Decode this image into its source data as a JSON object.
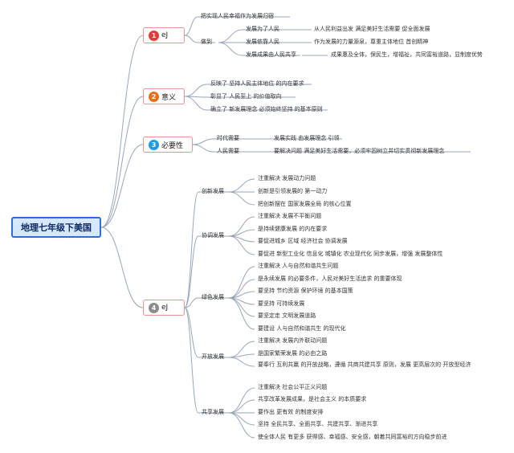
{
  "root": {
    "label": "地理七年级下美国"
  },
  "branches": [
    {
      "num": "1",
      "label": "eJ",
      "color": "#e83838",
      "direct": [
        "把实现人民幸福作为发展归宿"
      ],
      "groups": [
        {
          "label": "做到",
          "items": [
            {
              "label": "发展为了人民",
              "detail": "从人民利益出发 满足美好生活需要 促全面发展"
            },
            {
              "label": "发展依靠人民",
              "detail": "作为发展的力量源泉，尊重主体地位 首创精神"
            },
            {
              "label": "发展成果由人民共享",
              "detail": "成果惠及全体，保民生，增福祉，共同富裕道路，显制度优势"
            }
          ]
        }
      ]
    },
    {
      "num": "2",
      "label": "意义",
      "color": "#e8701a",
      "direct": [
        "反映了 坚持人民主体地位 的内在要求",
        "彰显了 人民至上 的价值取向",
        "确立了 新发展理念 必须始终坚持 的基本原则"
      ]
    },
    {
      "num": "3",
      "label": "必要性",
      "color": "#1f9be0",
      "groups": [
        {
          "label": "时代需要",
          "items": [
            {
              "label": "发展实践 由发展理念 引领"
            }
          ]
        },
        {
          "label": "人民需要",
          "items": [
            {
              "label": "要解决问题 满足美好生活需要，必须牢固树立并切实贯彻新发展理念"
            }
          ]
        }
      ]
    },
    {
      "num": "4",
      "label": "eJ",
      "color": "#8c8c8c",
      "groups": [
        {
          "label": "创新发展",
          "items": [
            {
              "label": "注重解决 发展动力问题"
            },
            {
              "label": "创新是引领发展的 第一动力"
            },
            {
              "label": "把创新摆在 国家发展全局 的核心位置"
            }
          ]
        },
        {
          "label": "协调发展",
          "items": [
            {
              "label": "注重解决 发展不平衡问题"
            },
            {
              "label": "是持续健康发展 的内在要求"
            },
            {
              "label": "要促进城乡 区域 经济社会 协调发展"
            },
            {
              "label": "要促进 新型工业化 信息化 城镇化 农业现代化 同步发展，增强 发展整体性"
            }
          ]
        },
        {
          "label": "绿色发展",
          "items": [
            {
              "label": "注重解决 人与自然和谐共生问题"
            },
            {
              "label": "是永续发展 的必要条件，人民对美好生活追求 的重要体现"
            },
            {
              "label": "要坚持 节约资源 保护环境 的基本国策"
            },
            {
              "label": "要坚持 可持续发展"
            },
            {
              "label": "要坚定走 文明发展道路"
            },
            {
              "label": "要建设 人与自然和谐共生 的现代化"
            }
          ]
        },
        {
          "label": "开放发展",
          "items": [
            {
              "label": "注重解决 发展内外联动问题"
            },
            {
              "label": "是国家繁荣发展 的必由之路"
            },
            {
              "label": "要奉行 互利共赢 的开放战略，遵循 共商共建共享 原则，发展 更高层次的 开放型经济"
            }
          ]
        },
        {
          "label": "共享发展",
          "items": [
            {
              "label": "注重解决 社会公平正义问题"
            },
            {
              "label": "共享改革发展成果，是社会主义 的本质要求"
            },
            {
              "label": "要作出 更有效 的制度安排"
            },
            {
              "label": "坚持 全民共享、全面共享、共建共享、渐进共享"
            },
            {
              "label": "使全体人民 有更多 获得感、幸福感、安全感，朝着共同富裕的方向稳步前进"
            }
          ]
        }
      ]
    }
  ]
}
